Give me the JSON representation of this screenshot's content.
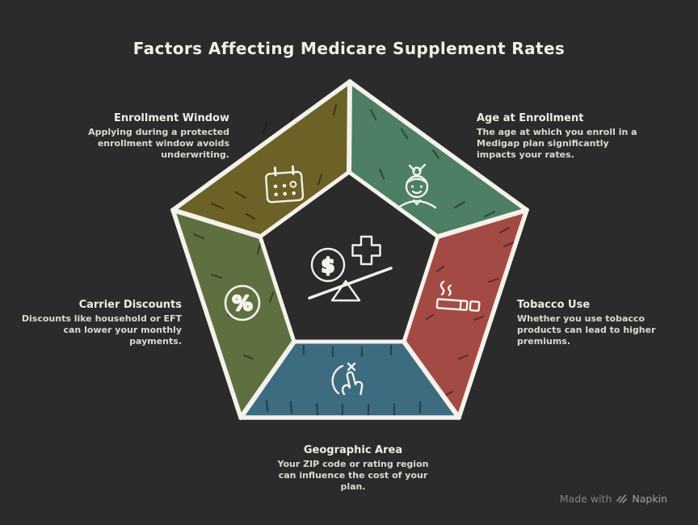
{
  "title": "Factors Affecting Medicare Supplement Rates",
  "colors": {
    "background": "#2b2b2b",
    "outline": "#f4f2ea",
    "enrollment_window": "#6c6127",
    "age_at_enrollment": "#4c7f63",
    "tobacco_use": "#a34a45",
    "geographic_area": "#3d6c80",
    "carrier_discounts": "#5e7040"
  },
  "sections": {
    "enrollment_window": {
      "heading": "Enrollment Window",
      "desc": "Applying during a protected\nenrollment window avoids\nunderwriting."
    },
    "age_at_enrollment": {
      "heading": "Age at Enrollment",
      "desc": "The age at which you enroll in a\nMedigap plan significantly\nimpacts your rates."
    },
    "tobacco_use": {
      "heading": "Tobacco Use",
      "desc": "Whether you use tobacco\nproducts can lead to higher\npremiums."
    },
    "geographic_area": {
      "heading": "Geographic Area",
      "desc": "Your ZIP code or rating region\ncan influence the cost of your\nplan."
    },
    "carrier_discounts": {
      "heading": "Carrier Discounts",
      "desc": "Discounts like household or EFT\ncan lower your monthly\npayments."
    }
  },
  "center_icon": {
    "dollar_symbol": "$",
    "percent_symbol": "%"
  },
  "watermark": {
    "made_with": "Made with",
    "brand": "Napkin"
  }
}
